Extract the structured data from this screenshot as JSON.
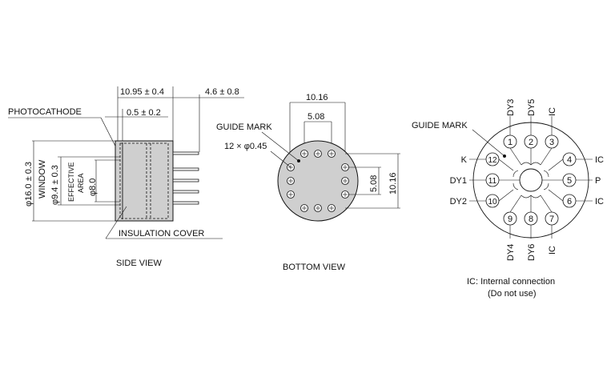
{
  "side_view": {
    "dim_overall": "10.95 ± 0.4",
    "dim_pin_length": "4.6 ± 0.8",
    "dim_window_gap": "0.5 ± 0.2",
    "label_photocathode": "PHOTOCATHODE",
    "label_insulation_cover": "INSULATION COVER",
    "dim_diameter": "φ16.0 ± 0.3",
    "label_window": "WINDOW",
    "dim_window": "φ9.4 ± 0.3",
    "label_effective": "EFFECTIVE",
    "label_area": "AREA",
    "dim_effective": "φ8.0",
    "caption": "SIDE VIEW"
  },
  "bottom_view": {
    "dim_top_outer": "10.16",
    "dim_top_inner": "5.08",
    "label_guide_mark": "GUIDE MARK",
    "label_pins": "12 × φ0.45",
    "dim_right_inner": "5.08",
    "dim_right_outer": "10.16",
    "caption": "BOTTOM VIEW"
  },
  "pin_diagram": {
    "label_guide_mark": "GUIDE MARK",
    "pins": [
      {
        "num": "1",
        "label": "DY3"
      },
      {
        "num": "2",
        "label": "DY5"
      },
      {
        "num": "3",
        "label": "IC"
      },
      {
        "num": "4",
        "label": "IC"
      },
      {
        "num": "5",
        "label": "P"
      },
      {
        "num": "6",
        "label": "IC"
      },
      {
        "num": "7",
        "label": "IC"
      },
      {
        "num": "8",
        "label": "DY6"
      },
      {
        "num": "9",
        "label": "DY4"
      },
      {
        "num": "10",
        "label": "DY2"
      },
      {
        "num": "11",
        "label": "DY1"
      },
      {
        "num": "12",
        "label": "K"
      }
    ],
    "note_line1": "IC: Internal connection",
    "note_line2": "(Do not use)"
  }
}
